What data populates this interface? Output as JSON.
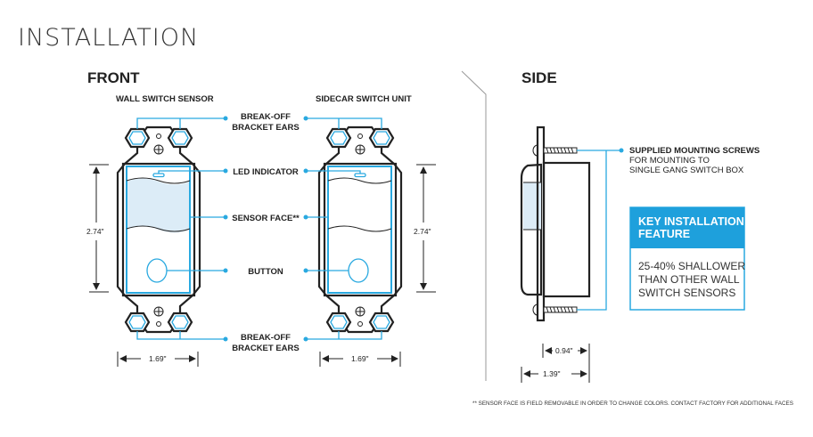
{
  "title": "INSTALLATION",
  "front": {
    "heading": "FRONT",
    "wall_switch_sensor": "WALL SWITCH SENSOR",
    "sidecar_switch_unit": "SIDECAR SWITCH UNIT",
    "callouts": {
      "bracket_top_1": "BREAK-OFF",
      "bracket_top_2": "BRACKET EARS",
      "led": "LED INDICATOR",
      "sensor_face": "SENSOR FACE**",
      "button": "BUTTON",
      "bracket_bottom_1": "BREAK-OFF",
      "bracket_bottom_2": "BRACKET EARS"
    },
    "height_dim": "2.74\"",
    "width_dim": "1.69\""
  },
  "side": {
    "heading": "SIDE",
    "screws_title": "SUPPLIED MOUNTING SCREWS",
    "screws_line1": "FOR MOUNTING TO",
    "screws_line2": "SINGLE GANG SWITCH BOX",
    "key_feature": {
      "header_1": "KEY INSTALLATION",
      "header_2": "FEATURE",
      "body_1": "25-40% SHALLOWER",
      "body_2": "THAN OTHER WALL",
      "body_3": "SWITCH SENSORS"
    },
    "depth_dim": "0.94\"",
    "total_depth_dim": "1.39\""
  },
  "footnote": "** SENSOR FACE IS FIELD REMOVABLE IN ORDER TO CHANGE COLORS. CONTACT FACTORY FOR ADDITIONAL FACES",
  "colors": {
    "accent": "#29a9e0",
    "sensor_fill": "#dcecf7",
    "text": "#222222"
  }
}
